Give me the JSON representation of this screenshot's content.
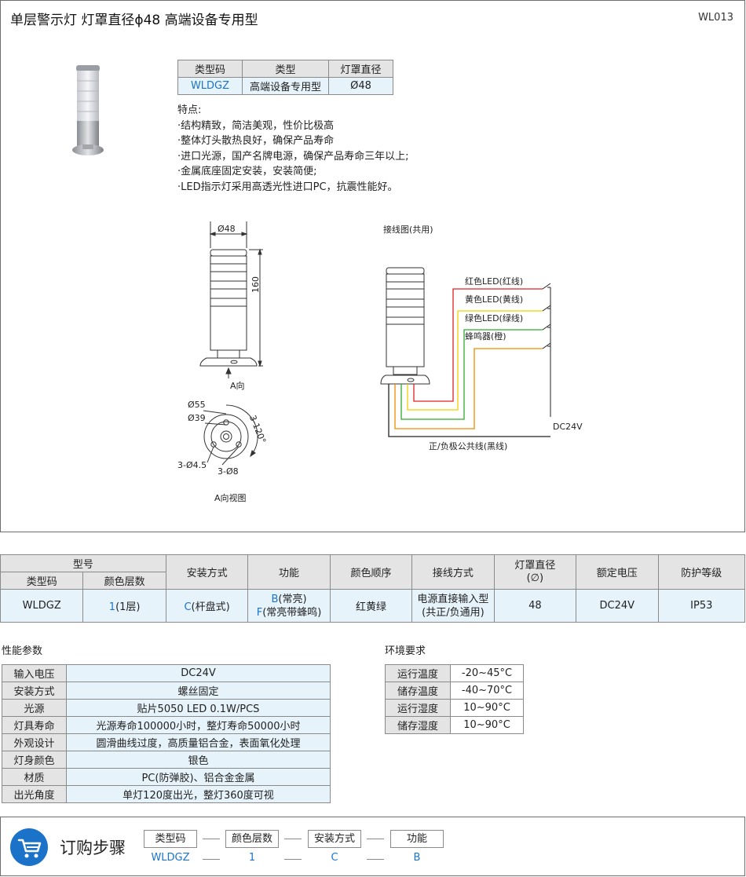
{
  "header": {
    "title": "单层警示灯  灯罩直径ϕ48  高端设备专用型",
    "code": "WL013"
  },
  "mini_table": {
    "headers": [
      "类型码",
      "类型",
      "灯罩直径"
    ],
    "row": [
      "WLDGZ",
      "高端设备专用型",
      "Ø48"
    ]
  },
  "features": {
    "title": "特点:",
    "items": [
      "·结构精致，简洁美观，性价比极高",
      "·整体灯头散热良好，确保产品寿命",
      "·进口光源，国产名牌电源，确保产品寿命三年以上;",
      "·金属底座固定安装，安装简便;",
      "·LED指示灯采用高透光性进口PC，抗震性能好。"
    ]
  },
  "dimension": {
    "diameter": "Ø48",
    "height": "160",
    "direction": "A向",
    "d55": "Ø55",
    "d39": "Ø39",
    "angle": "3-120°",
    "hole1": "3-Ø4.5",
    "hole2": "3-Ø8",
    "view_label": "A向视图"
  },
  "wiring": {
    "title": "接线图(共用)",
    "red": "红色LED(红线)",
    "yellow": "黄色LED(黄线)",
    "green": "绿色LED(绿线)",
    "buzzer": "蜂鸣器(橙)",
    "voltage": "DC24V",
    "common": "正/负极公共线(黑线)",
    "colors": {
      "red": "#e02020",
      "yellow": "#f0d000",
      "green": "#2eaa2e",
      "orange": "#f08a00",
      "black": "#222222"
    }
  },
  "spec": {
    "model_header": "型号",
    "type_code_header": "类型码",
    "layers_header": "颜色层数",
    "mount_header": "安装方式",
    "function_header": "功能",
    "color_order_header": "颜色顺序",
    "wiring_header": "接线方式",
    "diameter_header": "灯罩直径",
    "diameter_header_unit": "(∅)",
    "voltage_header": "额定电压",
    "protection_header": "防护等级",
    "type_code": "WLDGZ",
    "layers_code": "1",
    "layers_text": "(1层)",
    "mount_code": "C",
    "mount_text": "(杆盘式)",
    "func1_code": "B",
    "func1_text": "(常亮)",
    "func2_code": "F",
    "func2_text": "(常亮带蜂鸣)",
    "color_order": "红黄绿",
    "wiring1": "电源直接输入型",
    "wiring2": "(共正/负通用)",
    "diameter": "48",
    "voltage": "DC24V",
    "protection": "IP53"
  },
  "performance": {
    "title": "性能参数",
    "rows": [
      {
        "k": "输入电压",
        "v": "DC24V"
      },
      {
        "k": "安装方式",
        "v": "螺丝固定"
      },
      {
        "k": "光源",
        "v": "贴片5050  LED  0.1W/PCS"
      },
      {
        "k": "灯具寿命",
        "v": "光源寿命100000小时，整灯寿命50000小时"
      },
      {
        "k": "外观设计",
        "v": "圆滑曲线过度，高质量铝合金，表面氧化处理"
      },
      {
        "k": "灯身颜色",
        "v": "银色"
      },
      {
        "k": "材质",
        "v": "PC(防弹胶)、铝合金金属"
      },
      {
        "k": "出光角度",
        "v": "单灯120度出光，整灯360度可视"
      }
    ]
  },
  "environment": {
    "title": "环境要求",
    "rows": [
      {
        "k": "运行温度",
        "v": "-20~45°C"
      },
      {
        "k": "储存温度",
        "v": "-40~70°C"
      },
      {
        "k": "运行湿度",
        "v": "10~90°C"
      },
      {
        "k": "储存湿度",
        "v": "10~90°C"
      }
    ]
  },
  "order": {
    "title": "订购步骤",
    "steps": [
      {
        "label": "类型码",
        "value": "WLDGZ"
      },
      {
        "label": "颜色层数",
        "value": "1"
      },
      {
        "label": "安装方式",
        "value": "C"
      },
      {
        "label": "功能",
        "value": "B"
      }
    ]
  }
}
